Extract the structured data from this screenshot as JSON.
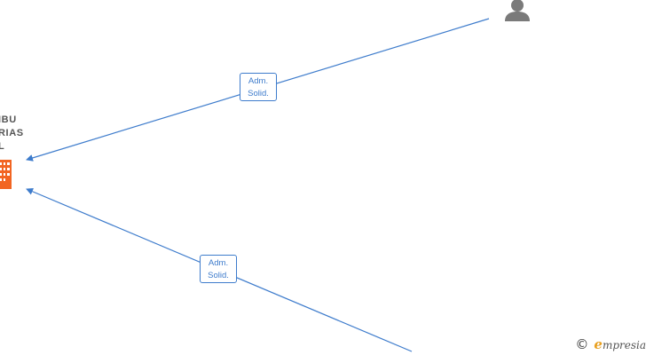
{
  "company": {
    "label_lines": [
      "IBU",
      "RIAS",
      "L"
    ],
    "icon": "building-icon",
    "color": "#f26522"
  },
  "person": {
    "icon": "person-icon",
    "color": "#7a7a7a"
  },
  "edges": [
    {
      "label_line1": "Adm.",
      "label_line2": "Solid."
    },
    {
      "label_line1": "Adm.",
      "label_line2": "Solid."
    }
  ],
  "edge_color": "#3e7ccc",
  "footer": {
    "copyright_symbol": "©",
    "brand_initial": "e",
    "brand_rest": "mpresia",
    "icon": "copyright-icon"
  }
}
